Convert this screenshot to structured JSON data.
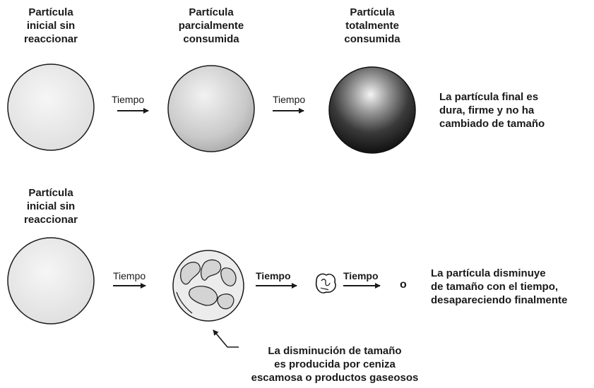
{
  "row1": {
    "label_initial": "Partícula\ninicial sin\nreaccionar",
    "label_partial": "Partícula\nparcialmente\nconsumida",
    "label_total": "Partícula\ntotalmente\nconsumida",
    "arrow1": "Tiempo",
    "arrow2": "Tiempo",
    "note": "La partícula final es\ndura, firme y no ha\ncambiado de tamaño"
  },
  "row2": {
    "label_initial": "Partícula\ninicial sin\nreaccionar",
    "arrow1": "Tiempo",
    "arrow2": "Tiempo",
    "arrow3": "Tiempo",
    "final_particle": "o",
    "note": "La partícula disminuye\nde tamaño con el tiempo,\ndesapareciendo finalmente",
    "callout": "La disminución de tamaño\nes producida por ceniza\nescamosa o productos gaseosos"
  },
  "colors": {
    "ink": "#1a1a1a",
    "sphere_light": "#e8e8e8",
    "sphere_dark": "#1c1c1c"
  }
}
